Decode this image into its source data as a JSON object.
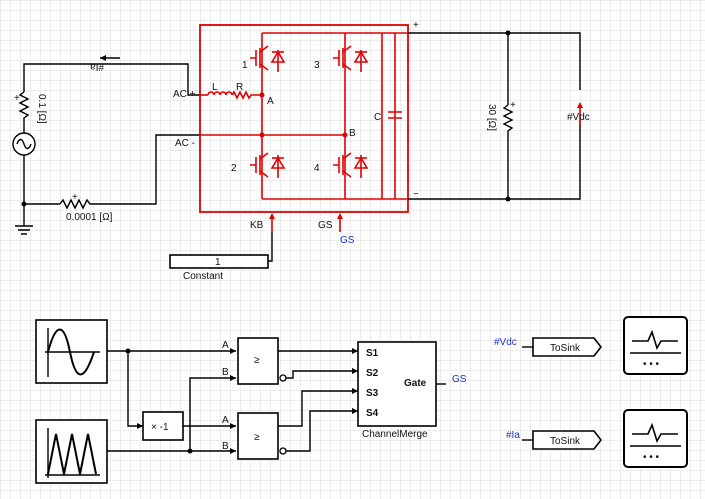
{
  "power_circuit": {
    "ac_plus": "AC +",
    "ac_minus": "AC -",
    "inductor": "L",
    "resistor": "R",
    "node_a": "A",
    "node_b": "B",
    "capacitor": "C",
    "igbt_labels": [
      "1",
      "2",
      "3",
      "4"
    ],
    "dc_plus": "+",
    "dc_minus": "−",
    "current_probe": "#Ia",
    "source_resistance": "0.1 [Ω]",
    "ground_resistance": "0.0001 [Ω]",
    "load_resistance": "30 [Ω]",
    "voltage_probe": "#Vdc",
    "kb_label": "KB",
    "gs_in_label": "GS",
    "gs_signal": "GS",
    "constant_value": "1",
    "constant_label": "Constant",
    "plus_sign": "+"
  },
  "control": {
    "comparator_symbol": "≥",
    "input_a": "A",
    "input_b": "B",
    "gain_label": "× -1",
    "merge_inputs": [
      "S1",
      "S2",
      "S3",
      "S4"
    ],
    "merge_output": "Gate",
    "merge_label": "ChannelMerge",
    "gate_signal": "GS"
  },
  "sinks": {
    "vdc_tag": "#Vdc",
    "ia_tag": "#Ia",
    "tosink_label": "ToSink",
    "more_glyph": "• • •"
  }
}
